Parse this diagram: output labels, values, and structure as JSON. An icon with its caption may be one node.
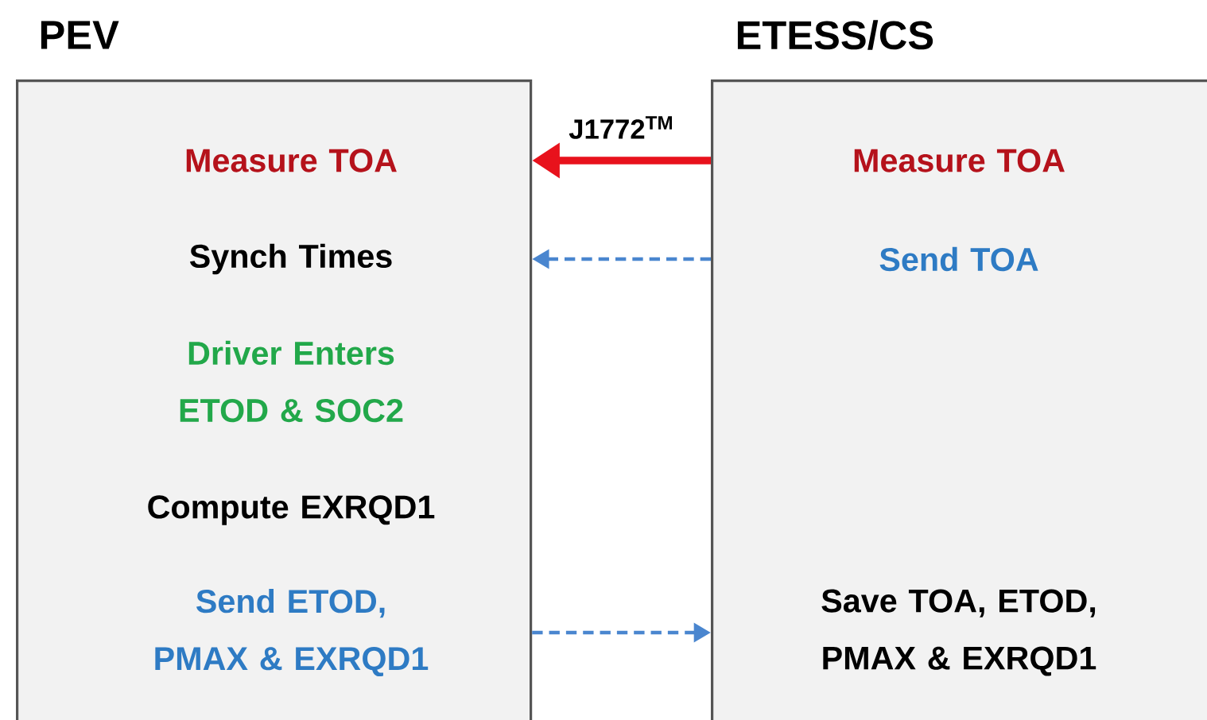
{
  "diagram": {
    "nodes": [
      {
        "text": [
          "PEV"
        ]
      },
      {
        "text": [
          "Measure TOA"
        ],
        "in": 0
      },
      {
        "text": [
          "Synch Times"
        ],
        "in": 0
      },
      {
        "text": [
          "Driver Enters ETOD & SOC2"
        ],
        "in": 0
      },
      {
        "text": [
          "Compute EXRQD1"
        ],
        "in": 0
      },
      {
        "text": [
          "Send ETOD, PMAX & EXRQD1"
        ],
        "in": 0
      },
      {
        "text": [
          "ETESS/CS"
        ]
      },
      {
        "text": [
          "Measure TOA"
        ],
        "in": 6
      },
      {
        "text": [
          "Send TOA"
        ],
        "in": 6
      },
      {
        "text": [
          "Save TOA, ETOD, PMAX & EXRQD1"
        ],
        "in": 6
      }
    ],
    "edges": [
      {
        "from": 6,
        "to": 0,
        "arrow": "to",
        "label": "J1772$^{TM}$",
        "style": "thick",
        "color": "#e8121c"
      },
      {
        "from": 6,
        "to": 0,
        "arrow": "to",
        "style": "dashed",
        "color": "#4a86cf"
      },
      {
        "from": 0,
        "to": 6,
        "arrow": "to",
        "style": "dashed",
        "color": "#4a86cf"
      }
    ]
  }
}
